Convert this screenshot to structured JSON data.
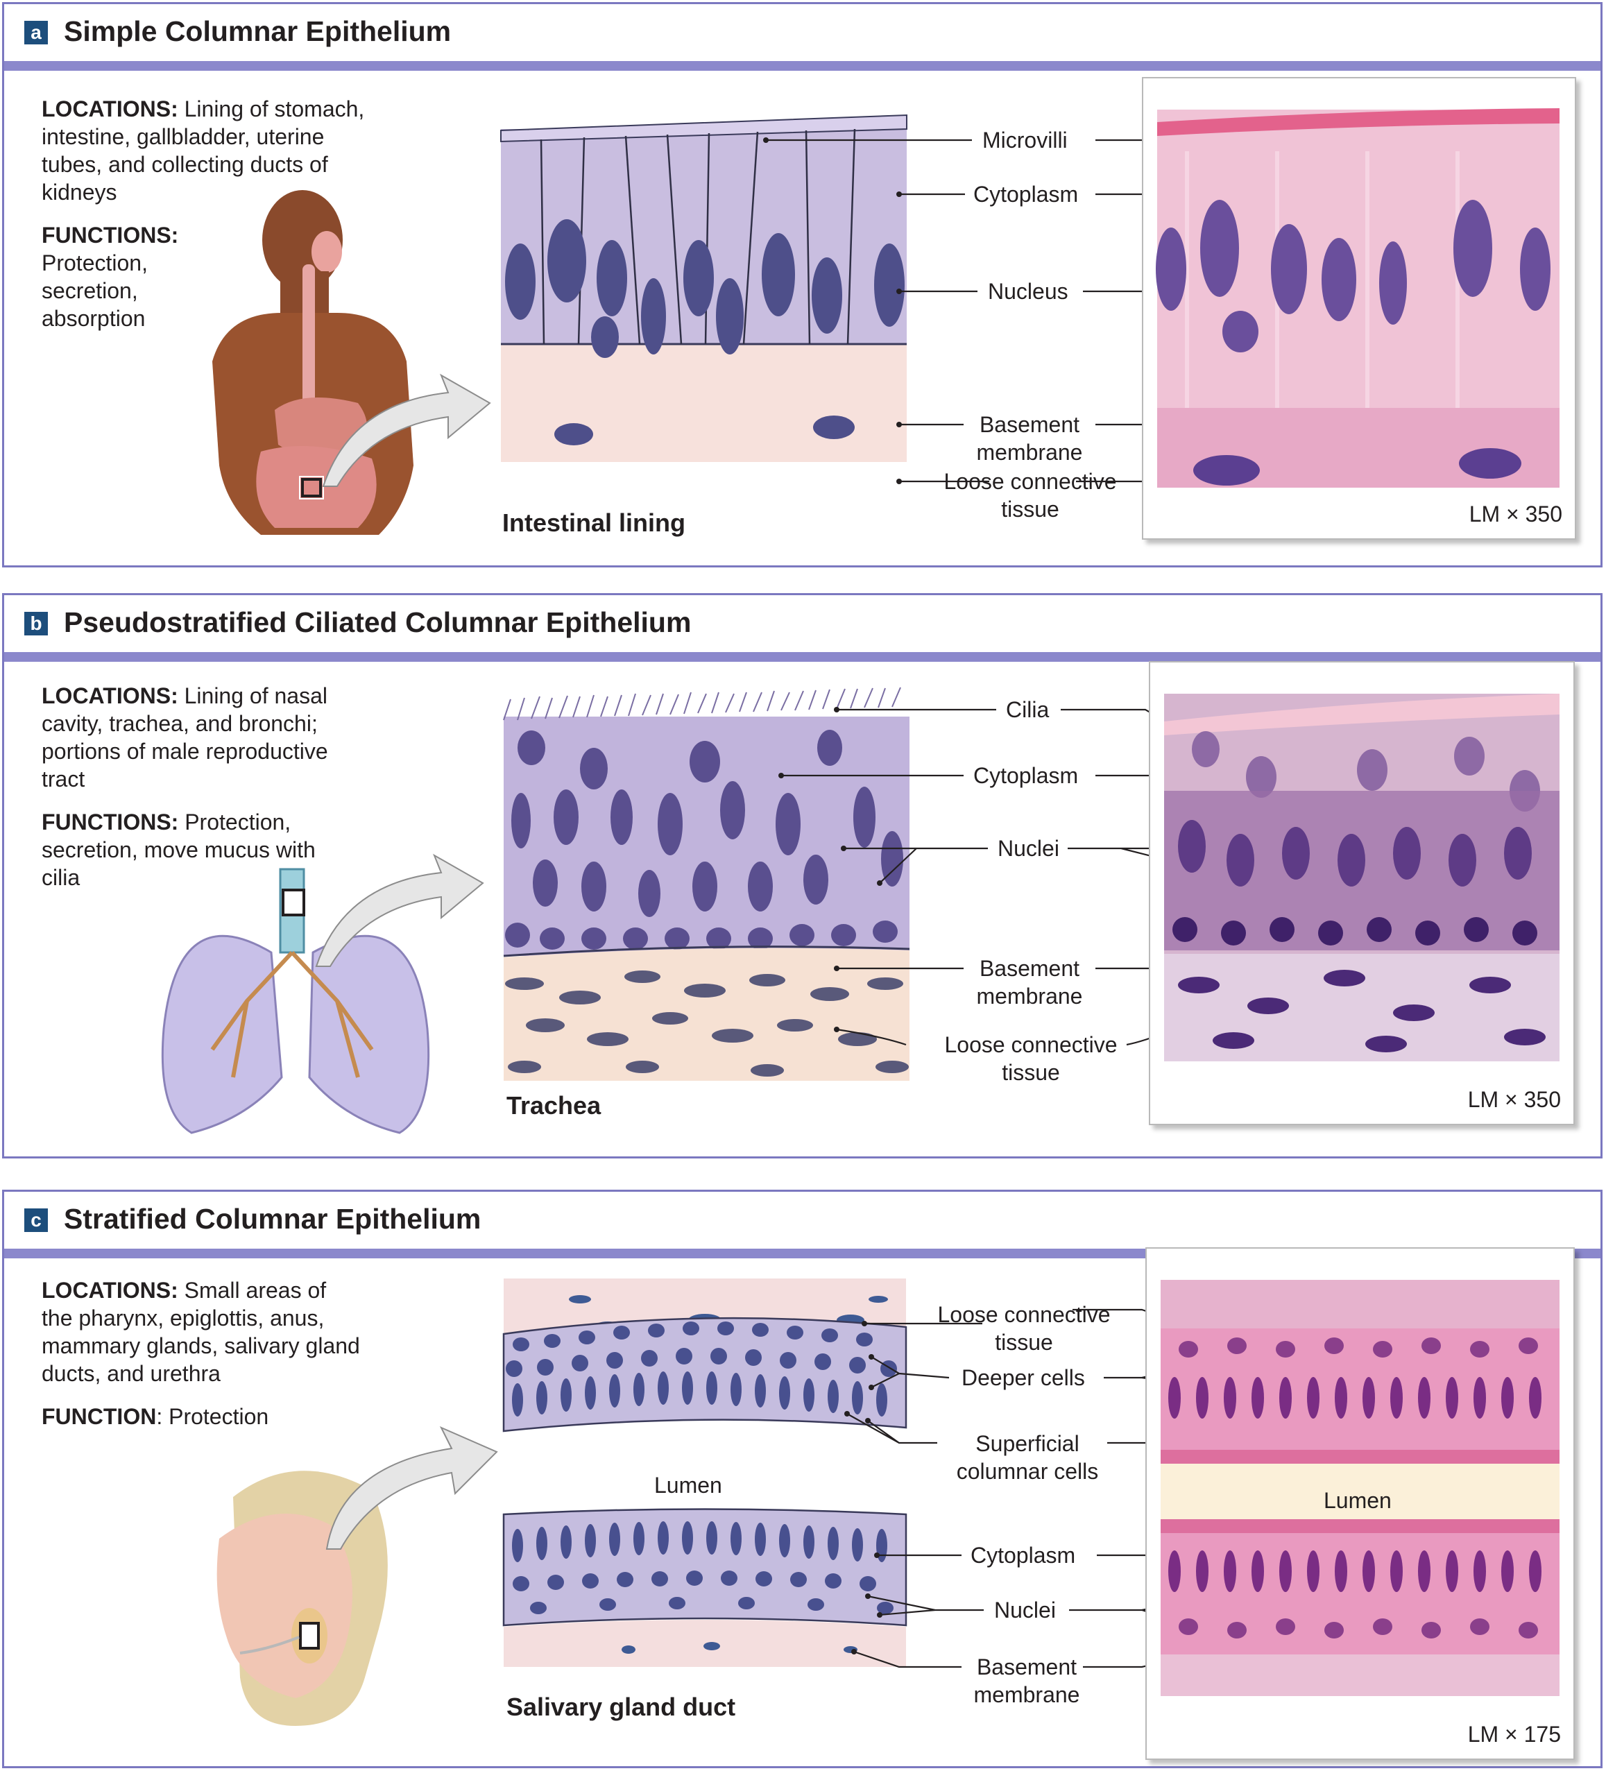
{
  "panels": [
    {
      "badge": "a",
      "title": "Simple Columnar Epithelium",
      "locations_key": "LOCATIONS:",
      "locations_text": "Lining of stomach, intestine, gallbladder, uterine tubes, and collecting ducts of kidneys",
      "functions_key": "FUNCTIONS:",
      "functions_text": "Protection, secretion, absorption",
      "caption": "Intestinal lining",
      "labels": [
        "Microvilli",
        "Cytoplasm",
        "Nucleus",
        "Basement membrane",
        "Loose connective tissue"
      ],
      "magnification": "LM × 350"
    },
    {
      "badge": "b",
      "title": "Pseudostratified Ciliated Columnar Epithelium",
      "locations_key": "LOCATIONS:",
      "locations_text": "Lining of nasal cavity, trachea, and bronchi; portions of male reproductive tract",
      "functions_key": "FUNCTIONS:",
      "functions_text": "Protection, secretion, move mucus with cilia",
      "caption": "Trachea",
      "labels": [
        "Cilia",
        "Cytoplasm",
        "Nuclei",
        "Basement membrane",
        "Loose connective tissue"
      ],
      "magnification": "LM × 350"
    },
    {
      "badge": "c",
      "title": "Stratified Columnar Epithelium",
      "locations_key": "LOCATIONS:",
      "locations_text": "Small areas of the pharynx, epiglottis, anus, mammary glands, salivary gland ducts, and urethra",
      "functions_key": "FUNCTION",
      "functions_text": ": Protection",
      "caption": "Salivary gland duct",
      "labels": [
        "Loose connective tissue",
        "Deeper cells",
        "Superficial columnar cells",
        "Cytoplasm",
        "Nuclei",
        "Basement membrane"
      ],
      "lumen_label": "Lumen",
      "micro_lumen_label": "Lumen",
      "magnification": "LM × 175"
    }
  ],
  "colors": {
    "border": "#7b78c0",
    "header_bar": "#8b88cc",
    "badge": "#1d4e7c",
    "cell": "#c6b8dc",
    "nucleus": "#4f4f8c",
    "connective": "#f6e2da",
    "stain_pink": "#e8a6c2",
    "stain_purple": "#8a5a9e"
  }
}
